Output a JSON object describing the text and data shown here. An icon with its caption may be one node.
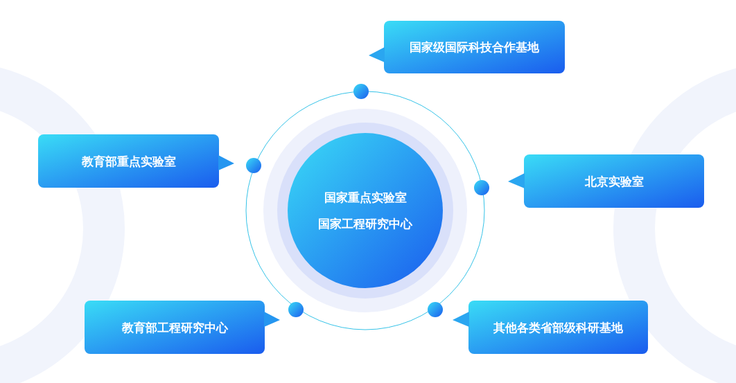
{
  "diagram": {
    "nodes": [
      {
        "text": [
          "国家重点实验室",
          "国家工程研究中心"
        ]
      },
      {
        "text": [
          "国家级国际科技合作基地"
        ]
      },
      {
        "text": [
          "教育部重点实验室"
        ]
      },
      {
        "text": [
          "北京实验室"
        ]
      },
      {
        "text": [
          "教育部工程研究中心"
        ]
      },
      {
        "text": [
          "其他各类省部级科研基地"
        ]
      }
    ]
  }
}
